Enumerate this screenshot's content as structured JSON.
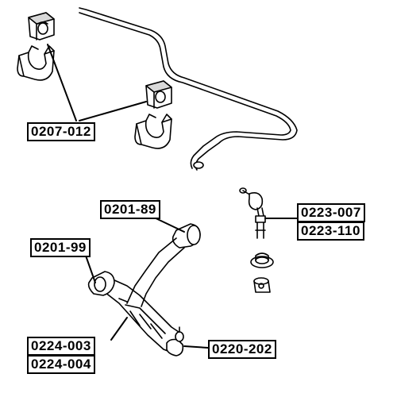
{
  "colors": {
    "line": "#000000",
    "background": "#ffffff",
    "shade": "#d9d9d9"
  },
  "labels": {
    "stabilizer_bushing": "0207-012",
    "control_arm_bushing_rear": "0201-89",
    "control_arm_bushing_front": "0201-99",
    "stabilizer_link_a": "0223-007",
    "stabilizer_link_b": "0223-110",
    "control_arm_left": "0224-003",
    "control_arm_right": "0224-004",
    "ball_joint": "0220-202"
  }
}
